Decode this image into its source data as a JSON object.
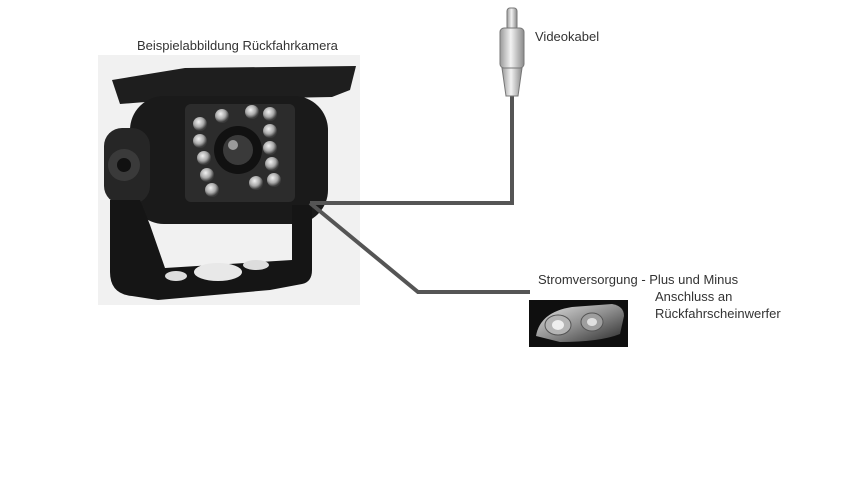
{
  "caption": "Beispielabbildung Rückfahrkamera",
  "video": {
    "label": "Videokabel"
  },
  "power": {
    "line1": "Stromversorgung - Plus und Minus",
    "line2": "Anschluss an",
    "line3": "Rückfahrscheinwerfer"
  },
  "colors": {
    "camera_body": "#1a1a1a",
    "cable": "#555555",
    "plug": "#cccccc",
    "led": "#bbbbbb"
  }
}
